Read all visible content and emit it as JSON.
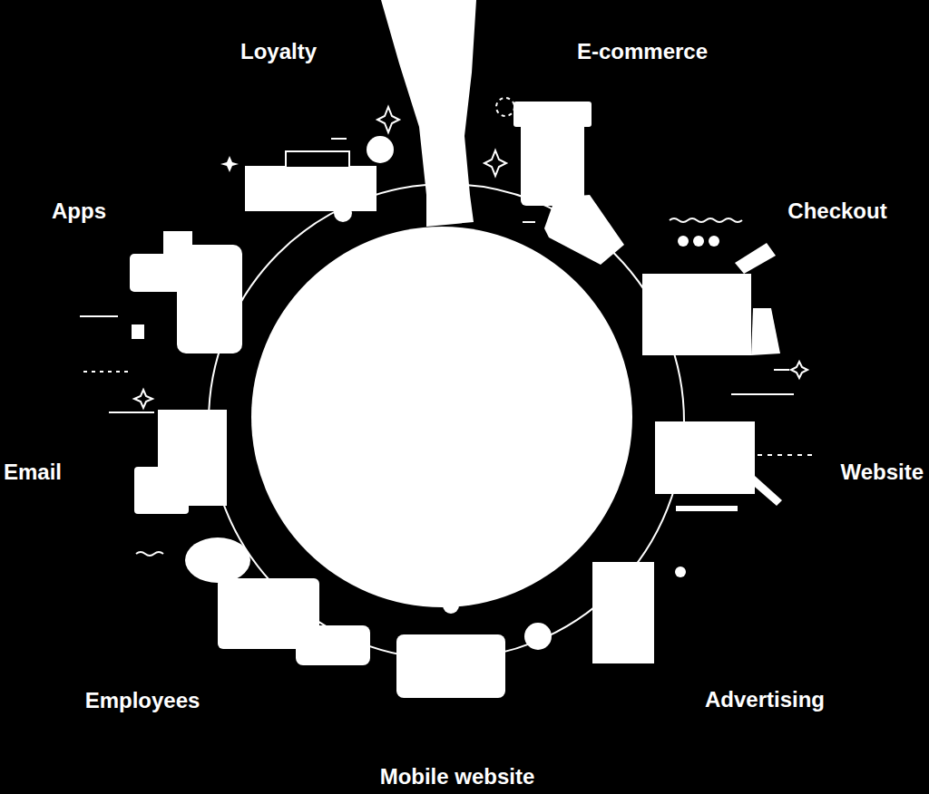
{
  "diagram": {
    "labels": [
      "Loyalty",
      "E-commerce",
      "Apps",
      "Checkout",
      "Email",
      "Website",
      "Employees",
      "Advertising",
      "Mobile website"
    ]
  }
}
